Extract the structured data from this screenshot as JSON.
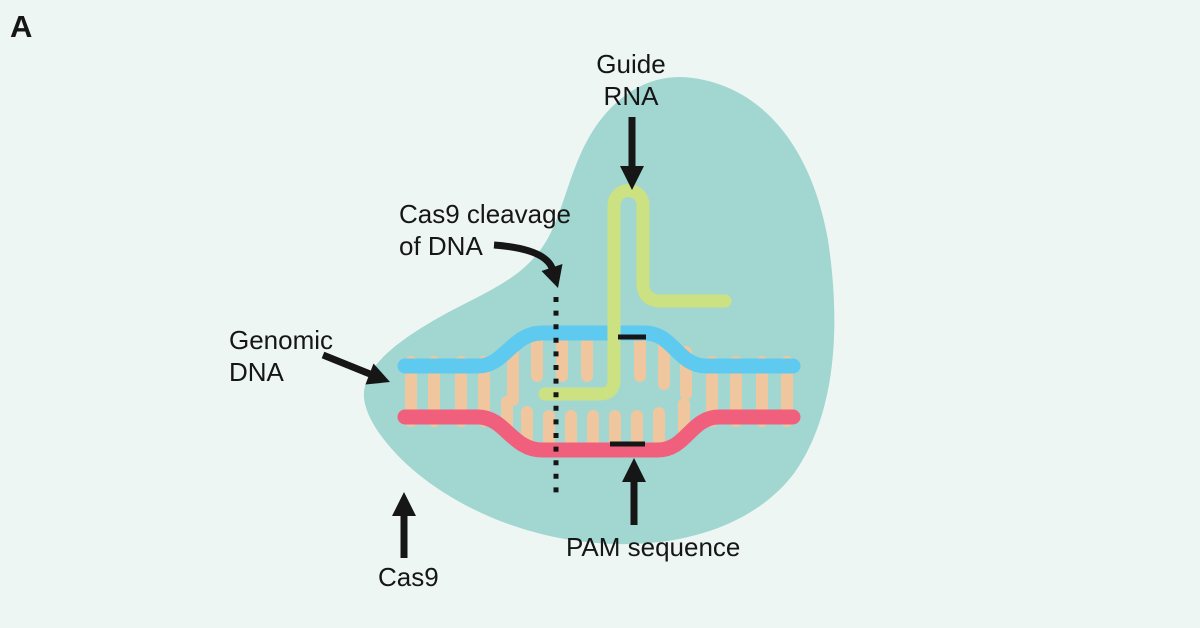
{
  "panel_label": "A",
  "labels": {
    "guide_rna": {
      "line1": "Guide",
      "line2": "RNA"
    },
    "cleavage": {
      "line1": "Cas9 cleavage",
      "line2": "of DNA"
    },
    "genomic_dna": {
      "line1": "Genomic",
      "line2": "DNA"
    },
    "cas9": "Cas9",
    "pam": "PAM sequence"
  },
  "colors": {
    "background": "#edf6f2",
    "cas9_blob": "#a2d6d1",
    "dna_top_strand": "#5fcaf0",
    "dna_bottom_strand": "#f0607c",
    "base_pairs": "#f0c69e",
    "guide_rna": "#cce182",
    "annotation": "#161616"
  }
}
